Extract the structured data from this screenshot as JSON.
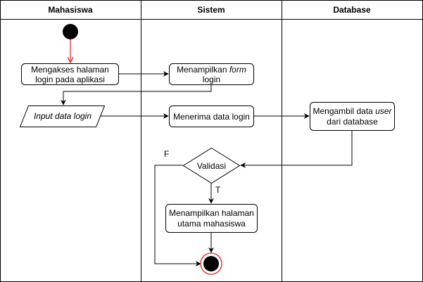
{
  "lanes": [
    {
      "title": "Mahasiswa"
    },
    {
      "title": "Sistem"
    },
    {
      "title": "Database"
    }
  ],
  "nodes": {
    "akses": {
      "line1": "Mengakses halaman",
      "line2": "login pada aplikasi"
    },
    "tampil_form": {
      "line1_pre": "Menampilkan ",
      "line1_em": "form",
      "line2": "login"
    },
    "input": {
      "pre": "Input data login"
    },
    "terima": {
      "text": "Menerima data login"
    },
    "ambil": {
      "line1_pre": "Mengambil data ",
      "line1_em": "user",
      "line2": "dari database"
    },
    "validasi": {
      "text": "Validasi"
    },
    "tampil_utama": {
      "line1": "Menampilkan halaman",
      "line2": "utama mahasiswa"
    }
  },
  "edges": {
    "false_label": "F",
    "true_label": "T"
  },
  "colors": {
    "stroke": "#000000",
    "start_arrow": "#e0211f",
    "end_ring": "#e0211f",
    "fill": "#ffffff"
  }
}
